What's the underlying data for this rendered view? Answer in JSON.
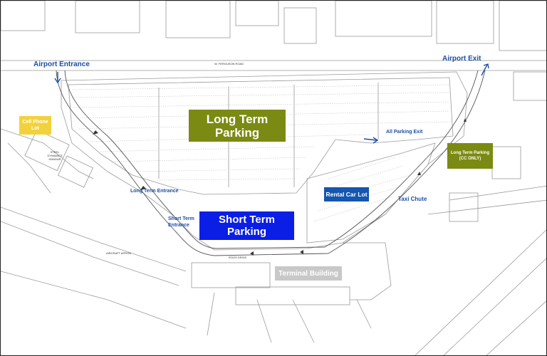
{
  "colors": {
    "long_term_box": "#7b8a13",
    "short_term_box": "#0a1ee6",
    "rental_box": "#1456b0",
    "terminal_box": "#c8c8c8",
    "cell_phone_box": "#f2d23c",
    "cc_box": "#7b8a13",
    "label_blue": "#1c4ea8",
    "line": "#9a9a9a"
  },
  "areas": {
    "long_term_parking": "Long Term Parking",
    "short_term_parking": "Short Term Parking",
    "rental_car_lot": "Rental Car Lot",
    "terminal_building": "Terminal Building",
    "cell_phone_lot": "Cell Phone Lot",
    "long_term_cc_only": "Long Term Parking (CC ONLY)"
  },
  "labels": {
    "airport_entrance": "Airport Entrance",
    "airport_exit": "Airport Exit",
    "all_parking_exit": "All Parking Exit",
    "long_term_entrance": "Long Term Entrance",
    "short_term_entrance": "Short Term Entrance",
    "taxi_chute": "Taxi Chute"
  },
  "roads": {
    "w_ferguson_road": "W. FERGUSON ROAD",
    "roos_drive": "ROOS DRIVE"
  },
  "facilities": {
    "hangar": "STEEL DYNAMICS HANGAR",
    "aircraft_apron": "AIRCRAFT APRON"
  },
  "icons": [
    "entrance-arrow-icon",
    "exit-arrow-icon",
    "parking-exit-arrow-icon"
  ]
}
